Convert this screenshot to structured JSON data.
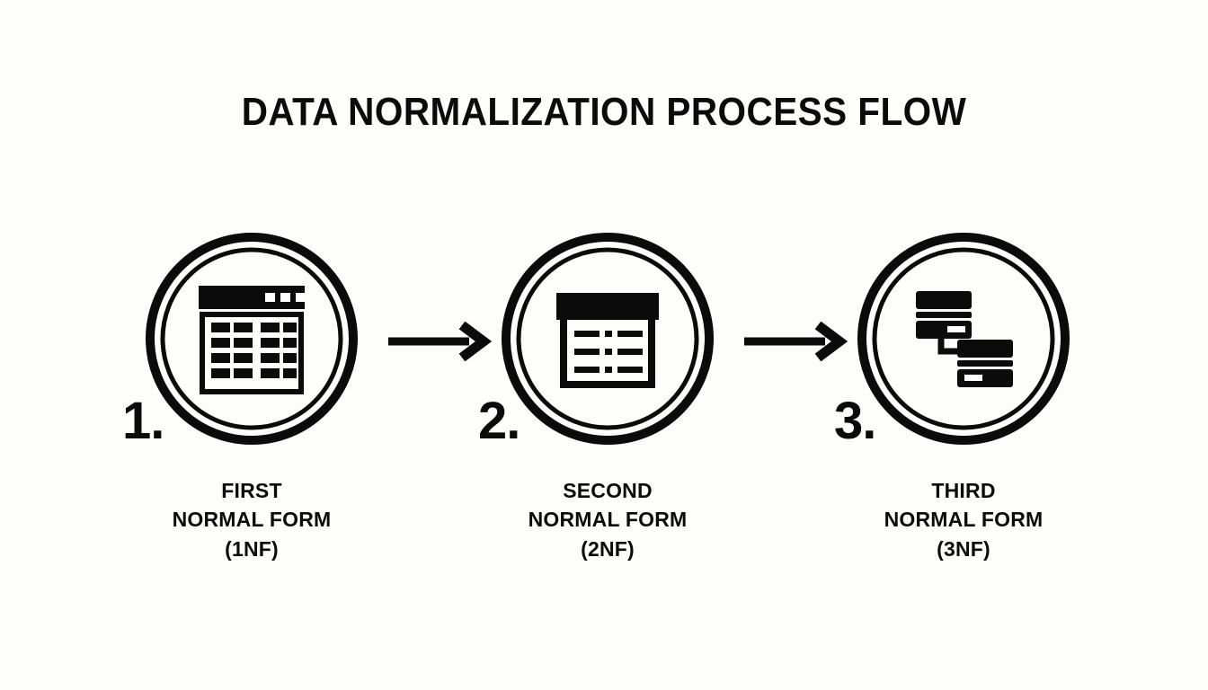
{
  "page": {
    "title": "DATA NORMALIZATION PROCESS FLOW",
    "background_color": "#fdfdfc",
    "ink_color": "#0b0b0b"
  },
  "diagram": {
    "type": "linear-process-flow",
    "step_count": 3,
    "connector_icon": "arrow-right-icon",
    "steps": [
      {
        "number": "1.",
        "icon": "table-grid-icon",
        "label_lines": [
          "FIRST",
          "NORMAL FORM",
          "(1NF)"
        ],
        "label_line_1": "FIRST",
        "label_line_2": "NORMAL FORM",
        "label_line_3": "(1NF)"
      },
      {
        "number": "2.",
        "icon": "table-rows-icon",
        "label_lines": [
          "SECOND",
          "NORMAL FORM",
          "(2NF)"
        ],
        "label_line_1": "SECOND",
        "label_line_2": "NORMAL FORM",
        "label_line_3": "(2NF)"
      },
      {
        "number": "3.",
        "icon": "linked-tables-icon",
        "label_lines": [
          "THIRD",
          "NORMAL FORM",
          "(3NF)"
        ],
        "label_line_1": "THIRD",
        "label_line_2": "NORMAL FORM",
        "label_line_3": "(3NF)"
      }
    ],
    "arrows": [
      {
        "name": "arrow-step-1-to-2"
      },
      {
        "name": "arrow-step-2-to-3"
      }
    ]
  }
}
